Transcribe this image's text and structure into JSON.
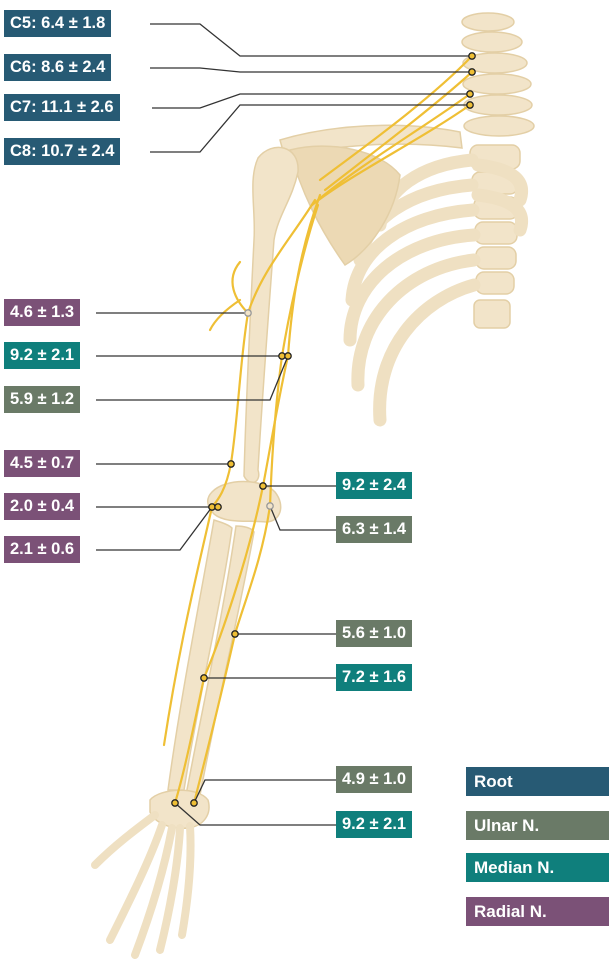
{
  "colors": {
    "root": "#275a74",
    "ulnar": "#6a7a67",
    "median": "#0f7f7c",
    "radial": "#7b5177",
    "nerve": "#efbf35",
    "bone": "#f2e4c9",
    "bone_outline": "#e3cfa6"
  },
  "labels": {
    "c5": "C5: 6.4 ± 1.8",
    "c6": "C6: 8.6 ± 2.4",
    "c7": "C7: 11.1 ± 2.6",
    "c8": "C8: 10.7 ± 2.4",
    "radial_1": "4.6 ± 1.3",
    "median_1": "9.2 ± 2.1",
    "ulnar_1": "5.9 ± 1.2",
    "radial_2": "4.5 ± 0.7",
    "radial_3": "2.0 ± 0.4",
    "radial_4": "2.1 ± 0.6",
    "median_2": "9.2 ± 2.4",
    "ulnar_2": "6.3 ± 1.4",
    "ulnar_3": "5.6 ± 1.0",
    "median_3": "7.2 ± 1.6",
    "ulnar_4": "4.9 ± 1.0",
    "median_4": "9.2 ± 2.1"
  },
  "legend": {
    "root": "Root",
    "ulnar": "Ulnar N.",
    "median": "Median N.",
    "radial": "Radial N."
  }
}
